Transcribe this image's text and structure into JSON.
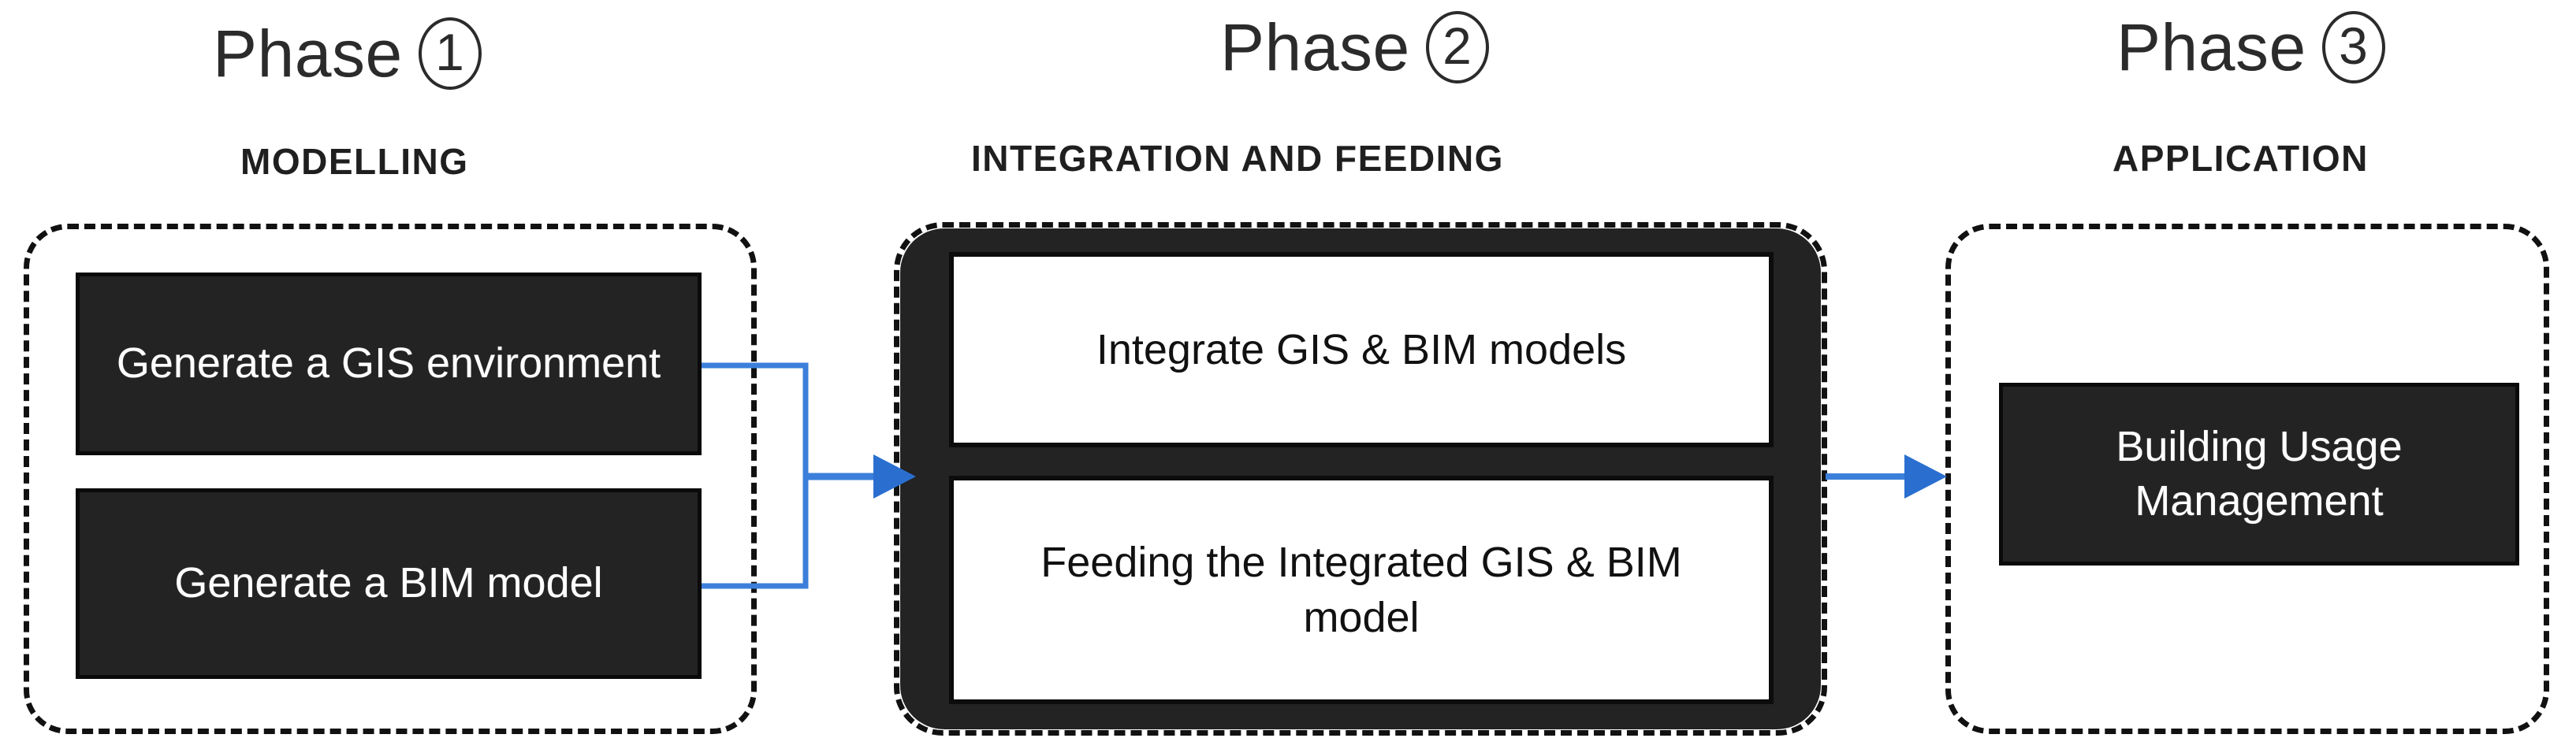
{
  "colors": {
    "background": "#ffffff",
    "dark_fill": "#232323",
    "box_border": "#0a0a0a",
    "text_light": "#ffffff",
    "text_dark": "#1f1f1f",
    "dashed_border": "#111111",
    "connector_blue": "#3c7fdb",
    "arrow_blue": "#2a6fd0"
  },
  "phases": [
    {
      "id": "phase-1",
      "header_word": "Phase",
      "header_number": "1",
      "subtitle": "MODELLING",
      "container_style": "dashed",
      "nodes": [
        {
          "id": "generate-gis-environment",
          "label": "Generate a GIS environment",
          "style": "dark"
        },
        {
          "id": "generate-bim-model",
          "label": "Generate a BIM model",
          "style": "dark"
        }
      ]
    },
    {
      "id": "phase-2",
      "header_word": "Phase",
      "header_number": "2",
      "subtitle": "INTEGRATION AND FEEDING",
      "container_style": "thick-dark-dashed",
      "nodes": [
        {
          "id": "integrate-gis-bim-models",
          "label": "Integrate GIS & BIM models",
          "style": "light"
        },
        {
          "id": "feeding-integrated-gis-bim-model",
          "label": "Feeding the Integrated GIS & BIM model",
          "style": "light"
        }
      ]
    },
    {
      "id": "phase-3",
      "header_word": "Phase",
      "header_number": "3",
      "subtitle": "APPLICATION",
      "container_style": "dashed",
      "nodes": [
        {
          "id": "building-usage-management",
          "label": "Building Usage Management",
          "style": "dark"
        }
      ]
    }
  ],
  "connectors": [
    {
      "id": "phase1-to-phase2",
      "from": "phase-1",
      "to": "phase-2",
      "shape": "merge-two-into-one-arrow",
      "color": "#3c7fdb"
    },
    {
      "id": "phase2-to-phase3",
      "from": "phase-2",
      "to": "phase-3",
      "shape": "straight-arrow",
      "color": "#3c7fdb"
    }
  ]
}
